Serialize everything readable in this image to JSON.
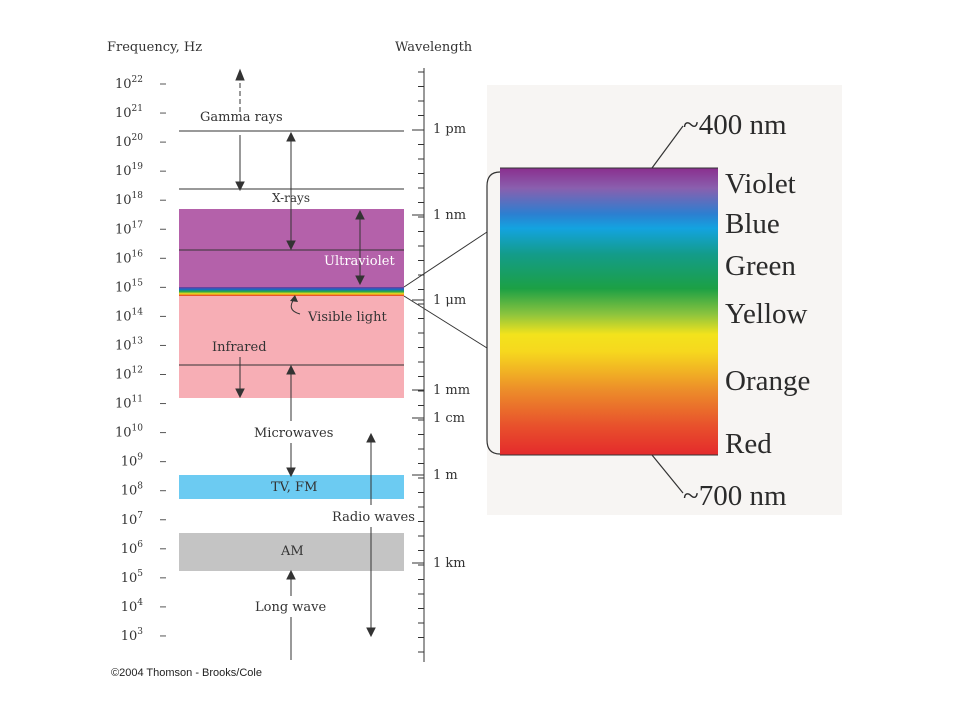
{
  "header": {
    "frequency_label": "Frequency, Hz",
    "wavelength_label": "Wavelength"
  },
  "frequency_ticks": [
    {
      "base": "10",
      "exp": "22"
    },
    {
      "base": "10",
      "exp": "21"
    },
    {
      "base": "10",
      "exp": "20"
    },
    {
      "base": "10",
      "exp": "19"
    },
    {
      "base": "10",
      "exp": "18"
    },
    {
      "base": "10",
      "exp": "17"
    },
    {
      "base": "10",
      "exp": "16"
    },
    {
      "base": "10",
      "exp": "15"
    },
    {
      "base": "10",
      "exp": "14"
    },
    {
      "base": "10",
      "exp": "13"
    },
    {
      "base": "10",
      "exp": "12"
    },
    {
      "base": "10",
      "exp": "11"
    },
    {
      "base": "10",
      "exp": "10"
    },
    {
      "base": "10",
      "exp": "9"
    },
    {
      "base": "10",
      "exp": "8"
    },
    {
      "base": "10",
      "exp": "7"
    },
    {
      "base": "10",
      "exp": "6"
    },
    {
      "base": "10",
      "exp": "5"
    },
    {
      "base": "10",
      "exp": "4"
    },
    {
      "base": "10",
      "exp": "3"
    }
  ],
  "wavelength_labels": [
    "1 pm",
    "1 nm",
    "1 μm",
    "1 mm",
    "1 cm",
    "1 m",
    "1 km"
  ],
  "bands": {
    "gamma": "Gamma rays",
    "xray": "X-rays",
    "ultraviolet": "Ultraviolet",
    "visible": "Visible light",
    "infrared": "Infrared",
    "microwaves": "Microwaves",
    "tvfm": "TV, FM",
    "radio": "Radio waves",
    "am": "AM",
    "longwave": "Long wave"
  },
  "spectrum": {
    "top_label": "~400 nm",
    "bottom_label": "~700 nm",
    "colors": [
      "Violet",
      "Blue",
      "Green",
      "Yellow",
      "Orange",
      "Red"
    ]
  },
  "copyright": "©2004 Thomson - Brooks/Cole",
  "palette": {
    "ultraviolet": "#b461aa",
    "infrared": "#f7aeb5",
    "tvfm": "#6ccbf2",
    "am": "#c4c4c4"
  }
}
